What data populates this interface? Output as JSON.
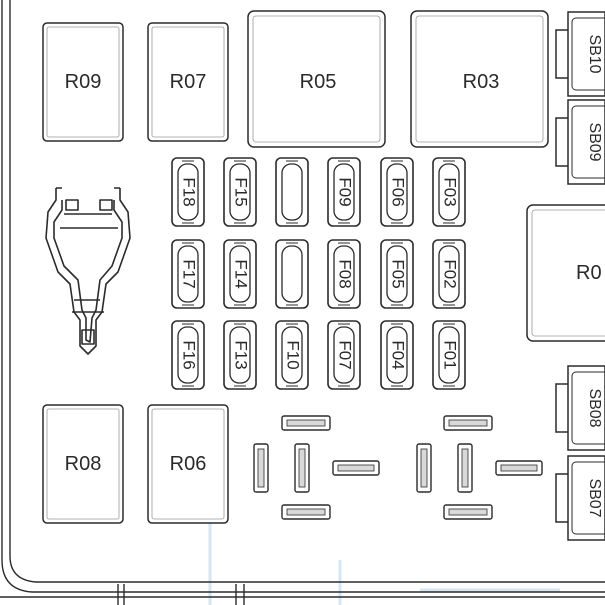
{
  "relays": {
    "r09": "R09",
    "r07": "R07",
    "r05": "R05",
    "r03": "R03",
    "r01_partial": "R0",
    "r08": "R08",
    "r06": "R06"
  },
  "fuse_blocks": {
    "sb10": "SB10",
    "sb09": "SB09",
    "sb08": "SB08",
    "sb07": "SB07"
  },
  "fuses": {
    "row1": [
      "F18",
      "F15",
      "",
      "F09",
      "F06",
      "F03"
    ],
    "row2": [
      "F17",
      "F14",
      "",
      "F08",
      "F05",
      "F02"
    ],
    "row3": [
      "F16",
      "F13",
      "F10",
      "F07",
      "F04",
      "F01"
    ]
  },
  "colors": {
    "line": "#2b2b2b",
    "fill": "#ffffff",
    "shade": "#d9d9d9",
    "trace": "#cfe0ee"
  }
}
